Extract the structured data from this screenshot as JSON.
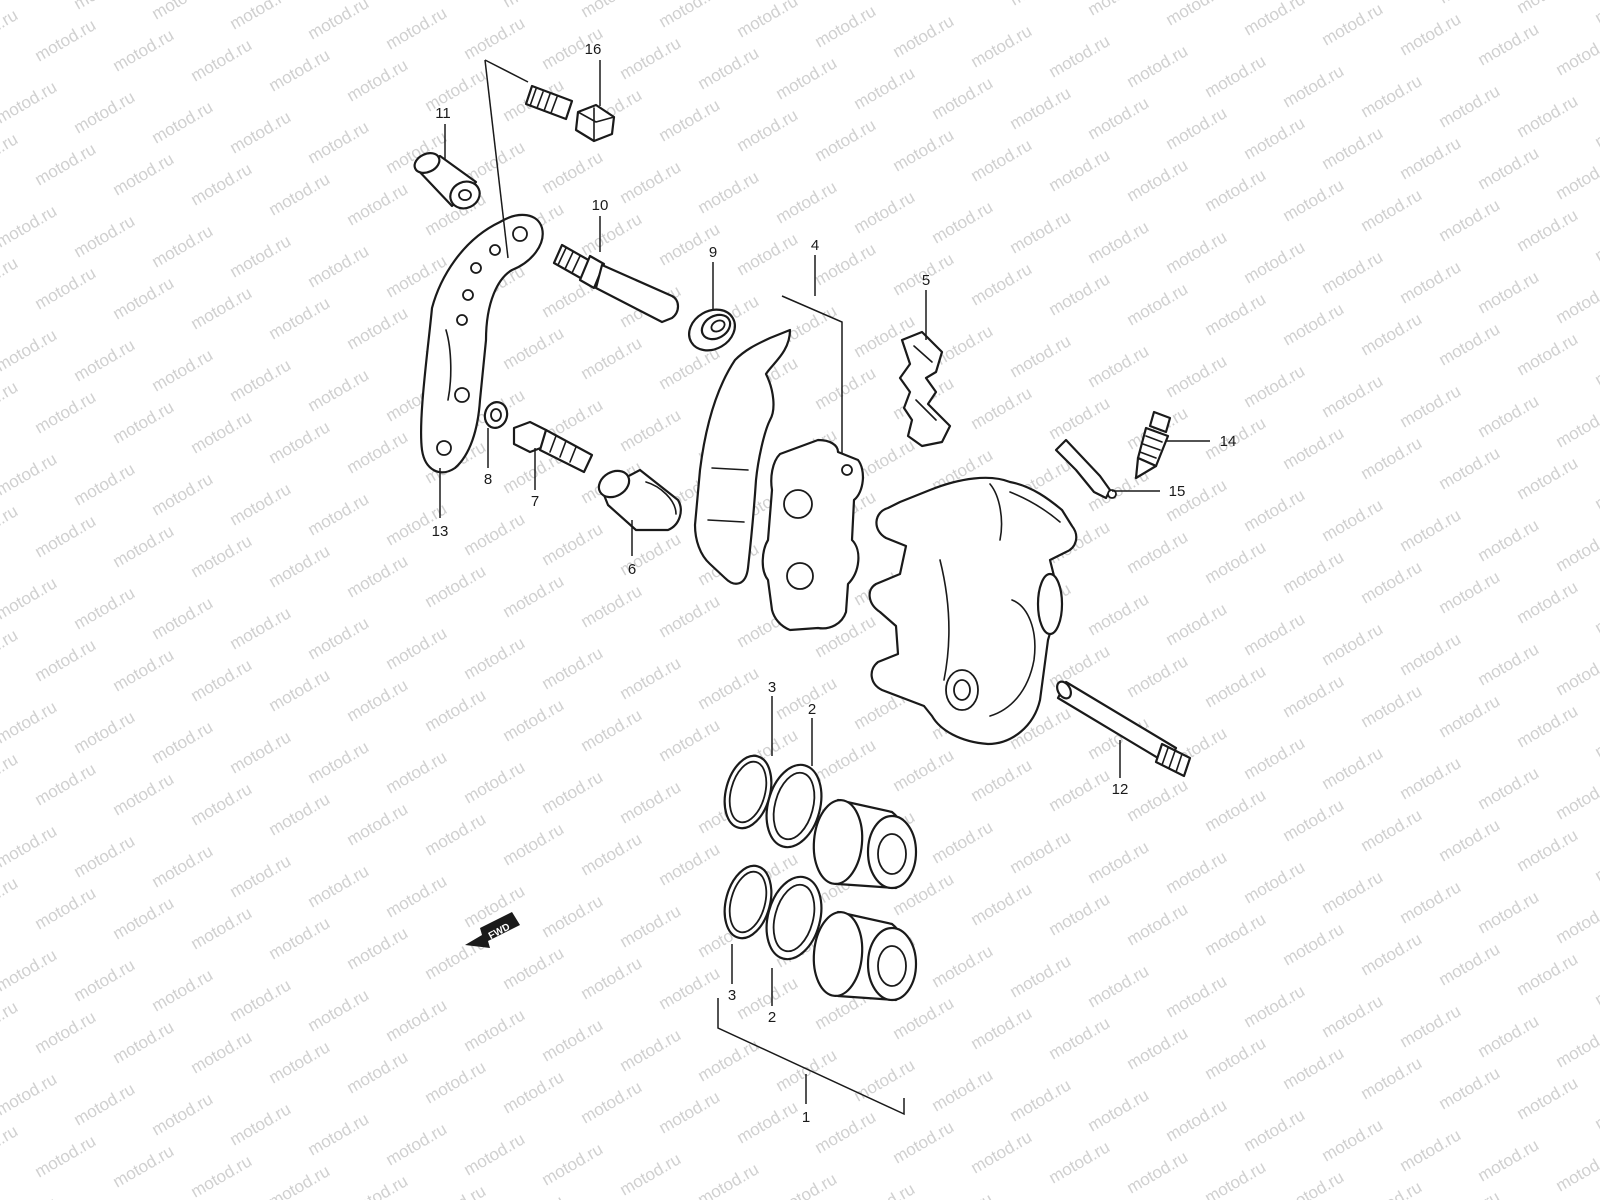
{
  "watermark": "motod.ru",
  "fwd_label": "FWD",
  "callouts": [
    "1",
    "2",
    "2",
    "3",
    "3",
    "4",
    "5",
    "6",
    "7",
    "8",
    "9",
    "10",
    "11",
    "12",
    "13",
    "14",
    "15",
    "16"
  ],
  "parts": {
    "p1": "1",
    "p2a": "2",
    "p2b": "2",
    "p3a": "3",
    "p3b": "3",
    "p4": "4",
    "p5": "5",
    "p6": "6",
    "p7": "7",
    "p8": "8",
    "p9": "9",
    "p10": "10",
    "p11": "11",
    "p12": "12",
    "p13": "13",
    "p14": "14",
    "p15": "15",
    "p16": "16"
  },
  "colors": {
    "line": "#1a1a1a",
    "watermark": "#d0d0d0",
    "background": "#ffffff"
  }
}
